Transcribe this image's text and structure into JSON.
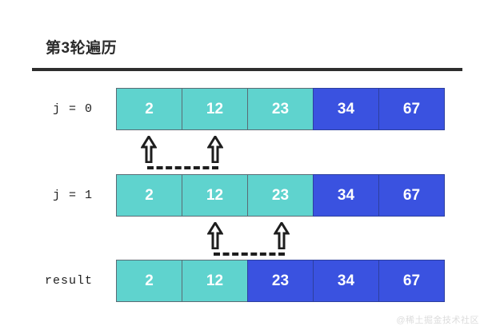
{
  "header": {
    "title": "第3轮遍历"
  },
  "colors": {
    "teal": "#5fd3ce",
    "blue": "#3a52e0",
    "cell_border": "#5a6b74",
    "rule": "#2e2e2e",
    "text_dark": "#1e1e1e",
    "background": "#ffffff",
    "watermark": "#dcdcdc"
  },
  "diagram": {
    "type": "sorting-pass-visualization",
    "cell_count": 5,
    "rows": [
      {
        "label": "j = 0",
        "cells": [
          {
            "value": "2",
            "state": "teal"
          },
          {
            "value": "12",
            "state": "teal"
          },
          {
            "value": "23",
            "state": "teal"
          },
          {
            "value": "34",
            "state": "blue"
          },
          {
            "value": "67",
            "state": "blue"
          }
        ]
      },
      {
        "label": "j = 1",
        "cells": [
          {
            "value": "2",
            "state": "teal"
          },
          {
            "value": "12",
            "state": "teal"
          },
          {
            "value": "23",
            "state": "teal"
          },
          {
            "value": "34",
            "state": "blue"
          },
          {
            "value": "67",
            "state": "blue"
          }
        ]
      },
      {
        "label": "result",
        "cells": [
          {
            "value": "2",
            "state": "teal"
          },
          {
            "value": "12",
            "state": "teal"
          },
          {
            "value": "23",
            "state": "blue"
          },
          {
            "value": "34",
            "state": "blue"
          },
          {
            "value": "67",
            "state": "blue"
          }
        ]
      }
    ],
    "pointer_groups": [
      {
        "after_row": 0,
        "compares": [
          0,
          1
        ]
      },
      {
        "after_row": 1,
        "compares": [
          1,
          2
        ]
      }
    ]
  },
  "watermark": {
    "text": "@稀土掘金技术社区"
  }
}
